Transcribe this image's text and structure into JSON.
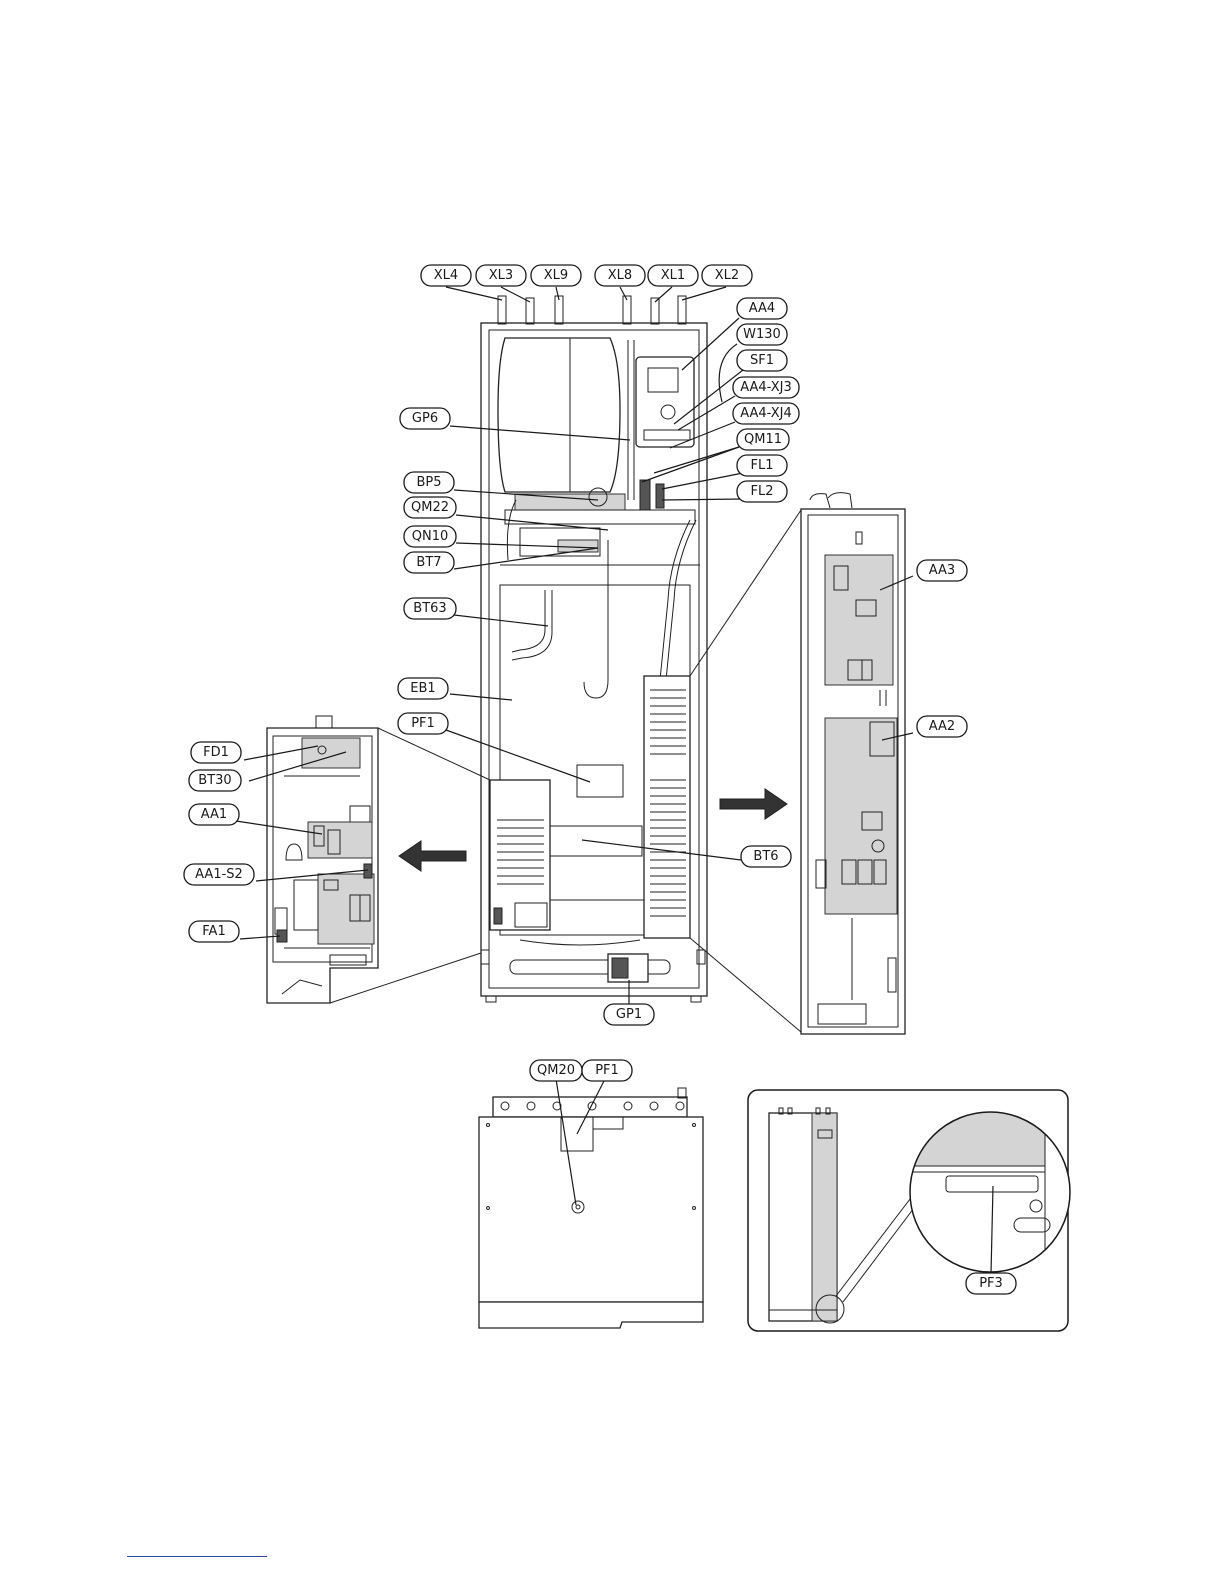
{
  "labels": {
    "XL4": "XL4",
    "XL3": "XL3",
    "XL9": "XL9",
    "XL8": "XL8",
    "XL1": "XL1",
    "XL2": "XL2",
    "AA4": "AA4",
    "W130": "W130",
    "SF1": "SF1",
    "AA4_XJ3": "AA4-XJ3",
    "AA4_XJ4": "AA4-XJ4",
    "QM11": "QM11",
    "FL1": "FL1",
    "FL2": "FL2",
    "GP6": "GP6",
    "BP5": "BP5",
    "QM22": "QM22",
    "QN10": "QN10",
    "BT7": "BT7",
    "BT63": "BT63",
    "EB1": "EB1",
    "PF1": "PF1",
    "FD1": "FD1",
    "BT30": "BT30",
    "AA1": "AA1",
    "AA1_S2": "AA1-S2",
    "FA1": "FA1",
    "AA3": "AA3",
    "AA2": "AA2",
    "BT6": "BT6",
    "GP1": "GP1",
    "QM20": "QM20",
    "PF1_bottom": "PF1",
    "PF3": "PF3"
  },
  "colors": {
    "line": "#1a1a1a",
    "fill_grey": "#d4d4d4",
    "footer_rule": "#2b4aa0"
  }
}
